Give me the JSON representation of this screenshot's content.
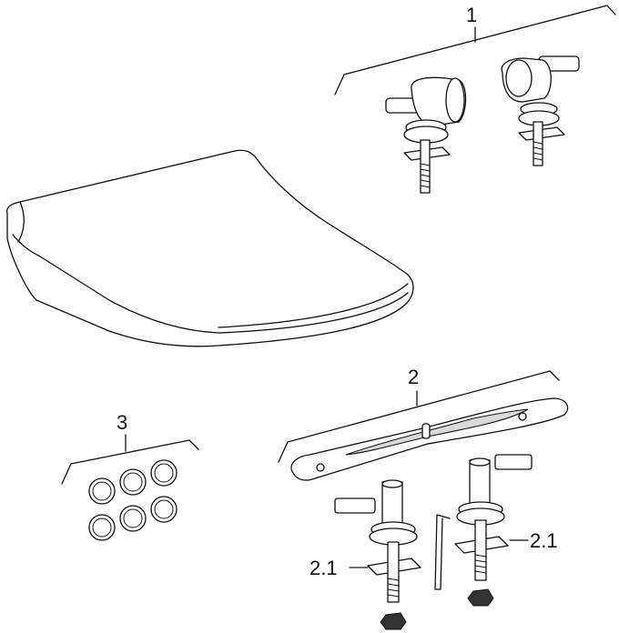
{
  "labels": {
    "hinge_set": "1",
    "fixing_set": "2",
    "buffer_set": "3",
    "bolt_left": "2.1",
    "bolt_right": "2.1"
  }
}
